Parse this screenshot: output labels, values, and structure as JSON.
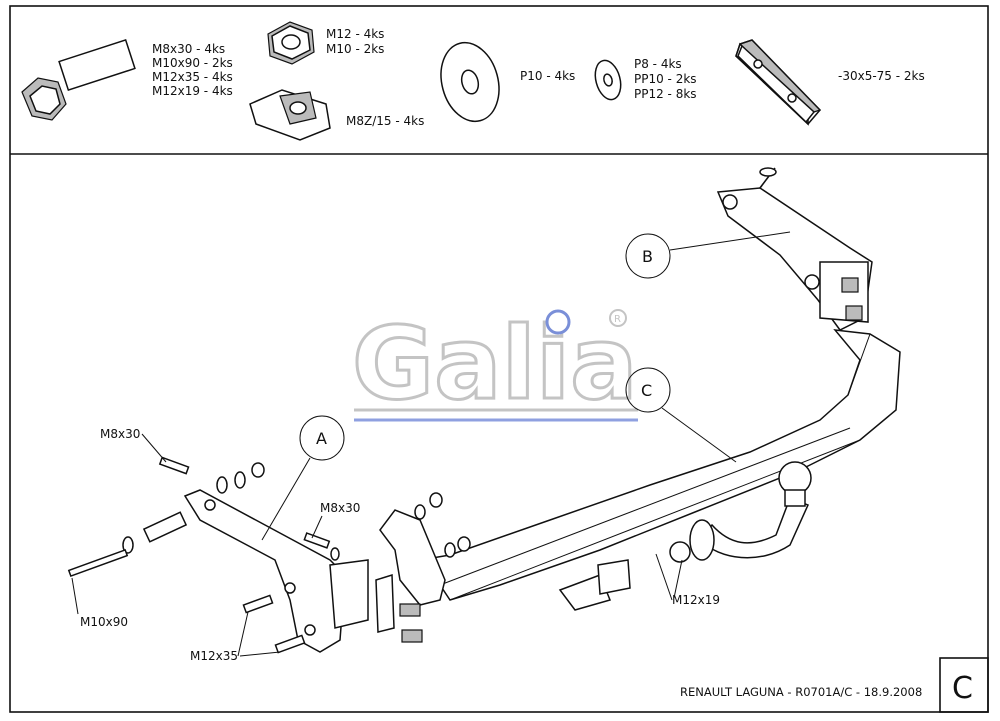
{
  "hardware": {
    "bolts": [
      "M8x30 - 4ks",
      "M10x90 - 2ks",
      "M12x35 - 4ks",
      "M12x19 - 4ks"
    ],
    "nuts": [
      "M12 - 4ks",
      "M10 - 2ks"
    ],
    "clip": "M8Z/15 - 4ks",
    "washer_large": "P10 - 4ks",
    "washers": [
      "P8 - 4ks",
      "PP10 - 2ks",
      "PP12 - 8ks"
    ],
    "plate": "-30x5-75 - 2ks"
  },
  "callouts": {
    "a": "A",
    "b": "B",
    "c": "C"
  },
  "part_labels": {
    "m8x30_left": "M8x30",
    "m8x30_mid": "M8x30",
    "m10x90": "M10x90",
    "m12x35": "M12x35",
    "m12x19": "M12x19"
  },
  "logo": "Galia",
  "footer": {
    "title": "RENAULT LAGUNA - R0701A/C - 18.9.2008",
    "sheet": "C"
  }
}
